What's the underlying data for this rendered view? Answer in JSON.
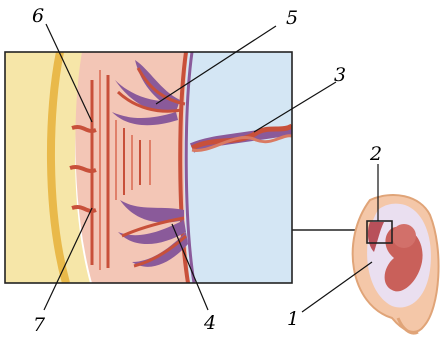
{
  "labels": {
    "l1": "1",
    "l2": "2",
    "l3": "3",
    "l4": "4",
    "l5": "5",
    "l6": "6",
    "l7": "7"
  },
  "colors": {
    "uterine_wall": "#f2c24a",
    "amniotic_fluid": "#cfe3f3",
    "villi_red": "#c8503a",
    "villi_purple": "#8a5a9a",
    "villi_pink": "#f0b9a5"
  }
}
